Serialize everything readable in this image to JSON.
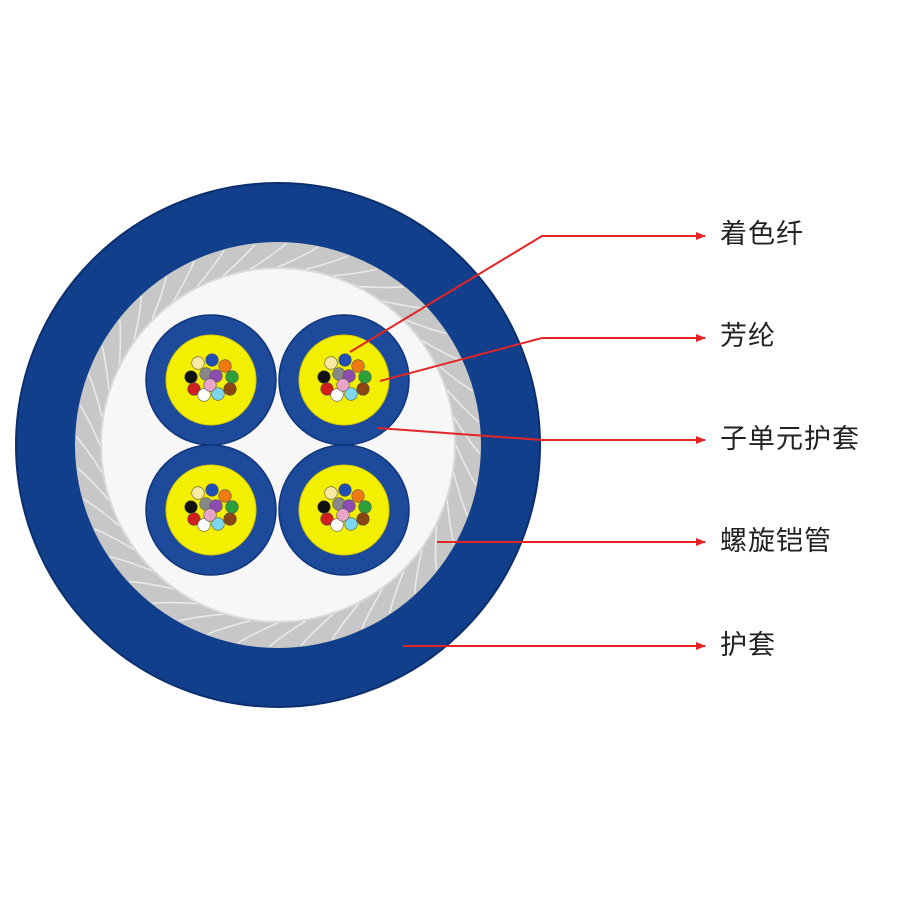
{
  "labels": {
    "colored_fiber": "着色纤",
    "aramid": "芳纶",
    "subunit_jacket": "子单元护套",
    "spiral_armor_tube": "螺旋铠管",
    "outer_jacket": "护套"
  },
  "colors": {
    "outer_jacket": "#123f8c",
    "outer_jacket_edge": "#0b2f6e",
    "armor_band": "#c7c7c7",
    "armor_inner_edge": "#d9d9d9",
    "core_fill": "#f7f7f7",
    "subunit_jacket": "#1d4a9b",
    "aramid_yarn": "#f3ef00",
    "leader_line": "#e32526",
    "fiber_colors": [
      "#f7e9a0",
      "#1f4fb5",
      "#f07a10",
      "#111111",
      "#8e4bb0",
      "#2d9f3b",
      "#d11f1f",
      "#7ed6ef",
      "#e9a4c9",
      "#8b4513",
      "#ffffff",
      "#888888"
    ]
  }
}
